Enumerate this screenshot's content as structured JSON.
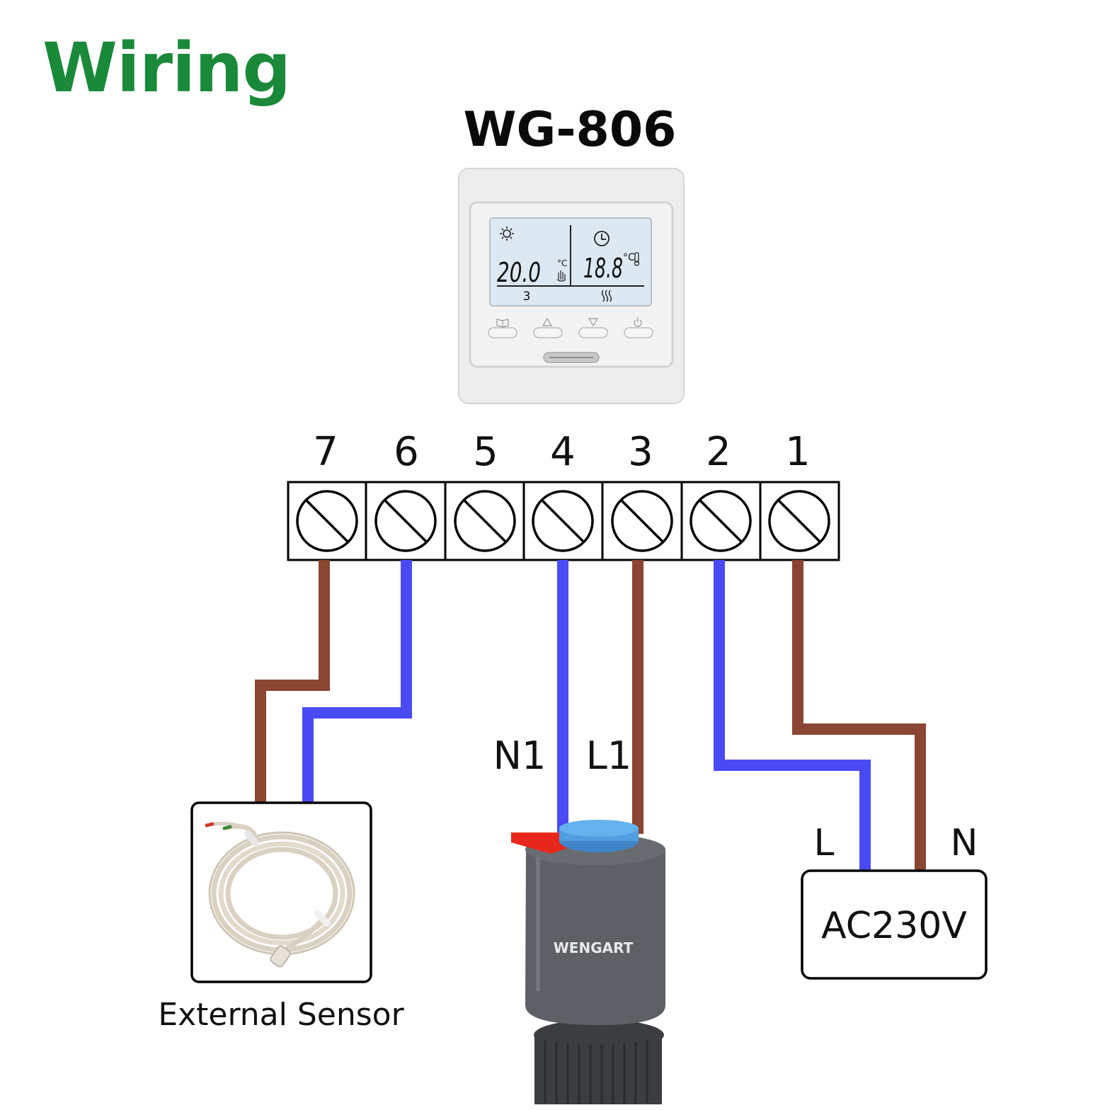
{
  "heading": "Wiring",
  "model": "WG-806",
  "colors": {
    "heading": "#1a8a3a",
    "live_wire": "#8b4533",
    "neutral_wire": "#4a4af5",
    "box_border": "#000000",
    "lcd_background": "#dce8f2",
    "actuator_body": "#5d6166",
    "actuator_cap": "#4f9fe0",
    "actuator_lever": "#e8261c"
  },
  "thermostat": {
    "left_mode_icon": "sun-icon",
    "right_mode_icon": "clock-icon",
    "set_temperature": "20.0",
    "set_unit": "°C",
    "room_temperature": "18.8",
    "room_unit": "°C",
    "period": "3",
    "heating_icon": "heat-waves-icon",
    "buttons": [
      {
        "name": "menu-button",
        "icon": "book-icon"
      },
      {
        "name": "up-button",
        "icon": "triangle-up-icon"
      },
      {
        "name": "down-button",
        "icon": "triangle-down-icon"
      },
      {
        "name": "power-button",
        "icon": "power-icon"
      }
    ]
  },
  "terminals": [
    "7",
    "6",
    "5",
    "4",
    "3",
    "2",
    "1"
  ],
  "labels": {
    "n1": "N1",
    "l1": "L1",
    "l": "L",
    "n": "N",
    "power_source": "AC230V",
    "sensor": "External Sensor",
    "actuator_brand": "WENGART"
  }
}
